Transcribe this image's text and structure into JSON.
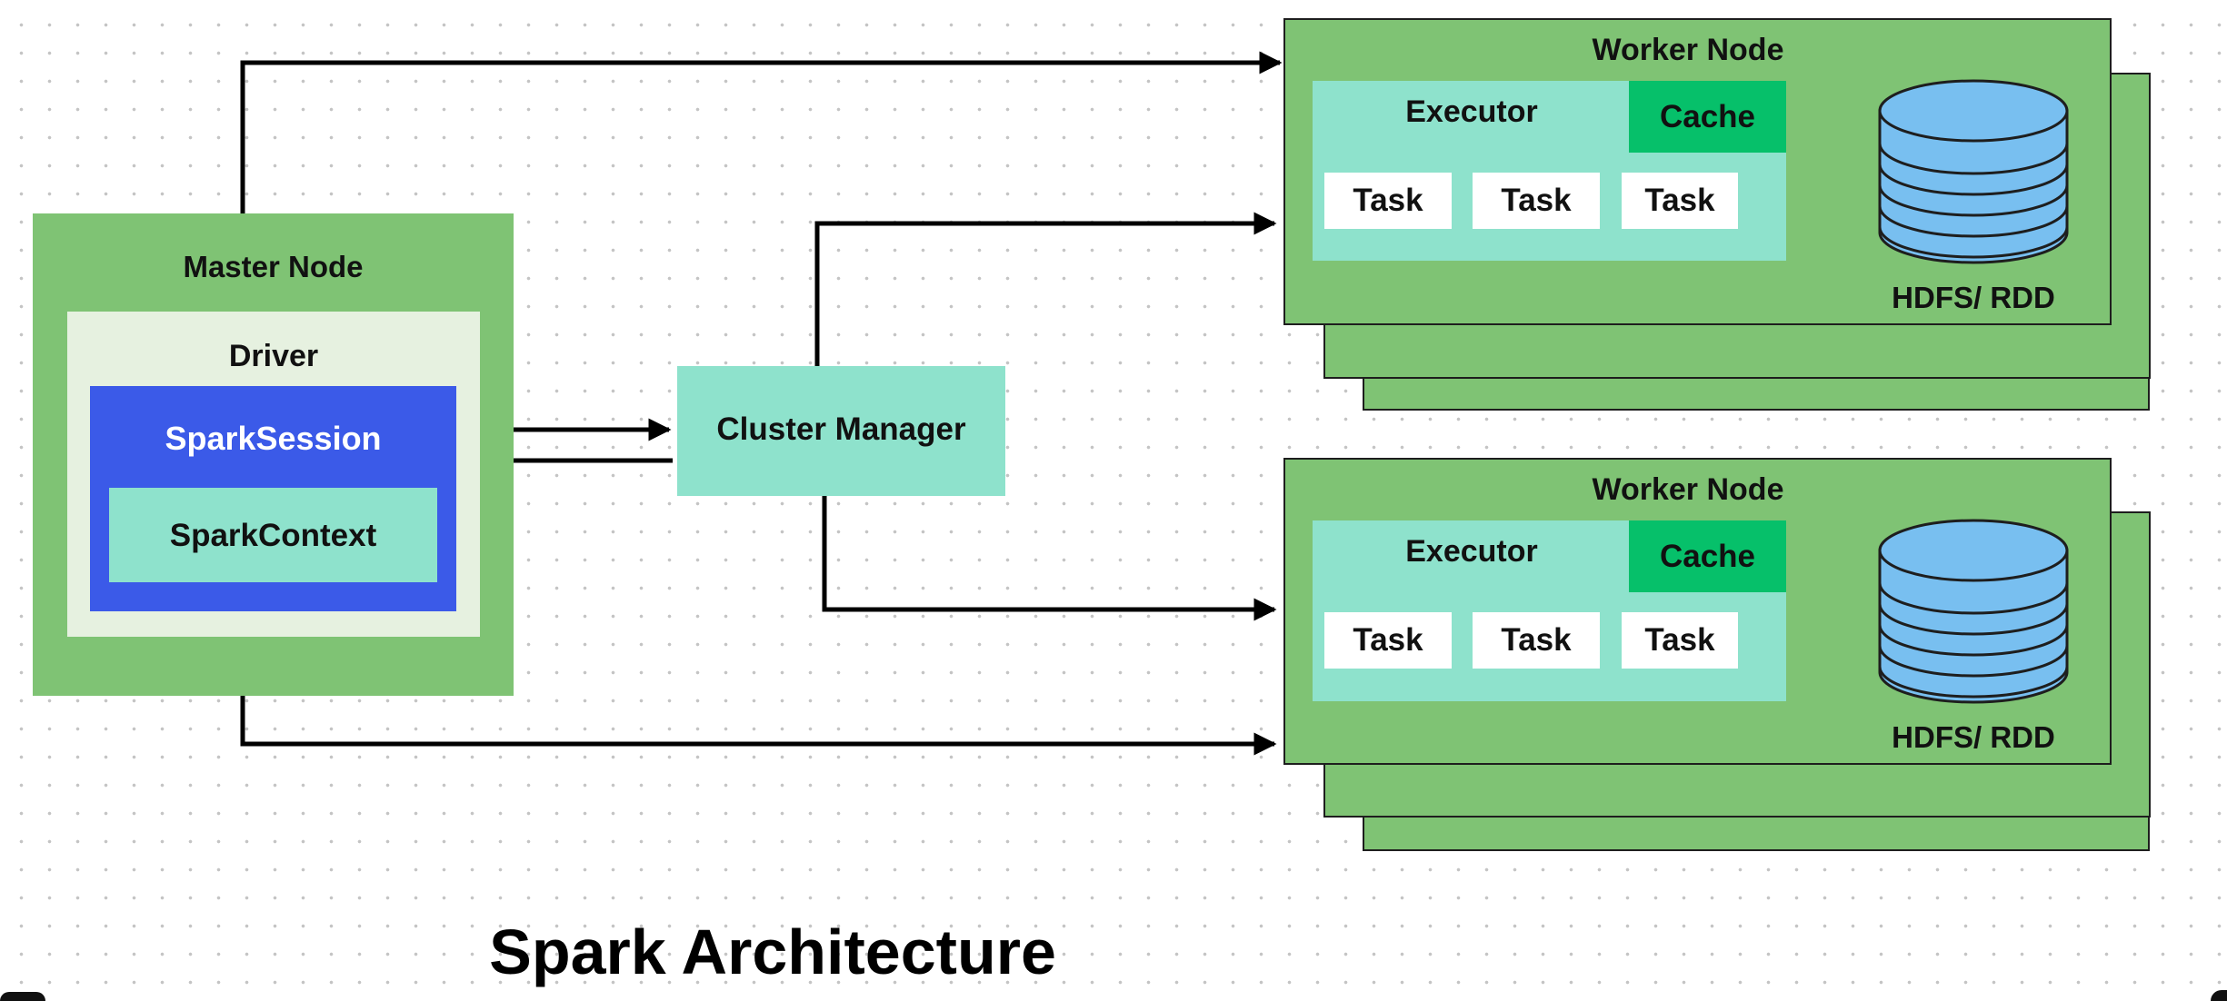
{
  "master": {
    "title": "Master Node",
    "driver": "Driver",
    "session": "SparkSession",
    "context": "SparkContext"
  },
  "cluster_manager": "Cluster Manager",
  "workers": [
    {
      "title": "Worker Node",
      "executor": "Executor",
      "cache": "Cache",
      "tasks": [
        "Task",
        "Task",
        "Task"
      ],
      "storage": "HDFS/ RDD"
    },
    {
      "title": "Worker Node",
      "executor": "Executor",
      "cache": "Cache",
      "tasks": [
        "Task",
        "Task",
        "Task"
      ],
      "storage": "HDFS/ RDD"
    }
  ],
  "caption": "Spark Architecture",
  "colors": {
    "node_green": "#7fc374",
    "mint": "#8ee2cc",
    "session_blue": "#3b5ae8",
    "cache_green": "#06c06a",
    "disk_blue": "#78bff0"
  }
}
